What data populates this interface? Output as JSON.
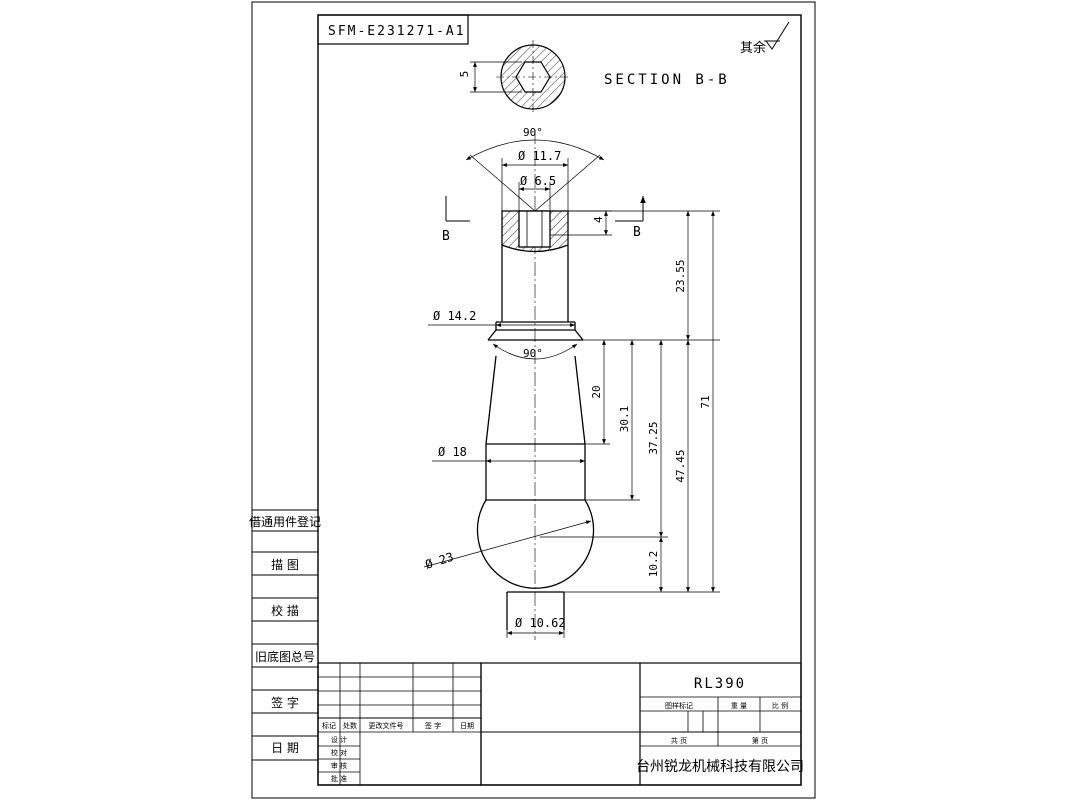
{
  "drawing_number": "SFM-E231271-A1",
  "surface_note": "其余",
  "section_title": "SECTION B-B",
  "section_marks": [
    "B",
    "B"
  ],
  "section_dims": {
    "hex_height": "5"
  },
  "dimensions": {
    "angle_top": "90°",
    "dia_11_7": "Ø 11.7",
    "dia_6_5": "Ø 6.5",
    "depth_4": "4",
    "dia_14_2": "Ø 14.2",
    "angle_mid": "90°",
    "dia_18": "Ø 18",
    "dia_23": "Ø 23",
    "dia_10_62": "Ø 10.62",
    "len_23_55": "23.55",
    "len_71": "71",
    "len_20": "20",
    "len_30_1": "30.1",
    "len_37_25": "37.25",
    "len_47_45": "47.45",
    "len_10_2": "10.2"
  },
  "left_panel": [
    "借通用件登记",
    "描 图",
    "校 描",
    "旧底图总号",
    "签 字",
    "日 期"
  ],
  "revision_table": {
    "headers": [
      "标记",
      "处数",
      "更改文件号",
      "签 字",
      "日期"
    ],
    "roles": [
      "设 计",
      "校 对",
      "审 核",
      "批 准"
    ]
  },
  "title_block": {
    "part_name": "RL390",
    "labels": {
      "drawing_mark": "图样标记",
      "weight": "重 量",
      "scale": "比 例",
      "total": "共  页",
      "sheet": "第  页"
    },
    "company": "台州锐龙机械科技有限公司"
  }
}
